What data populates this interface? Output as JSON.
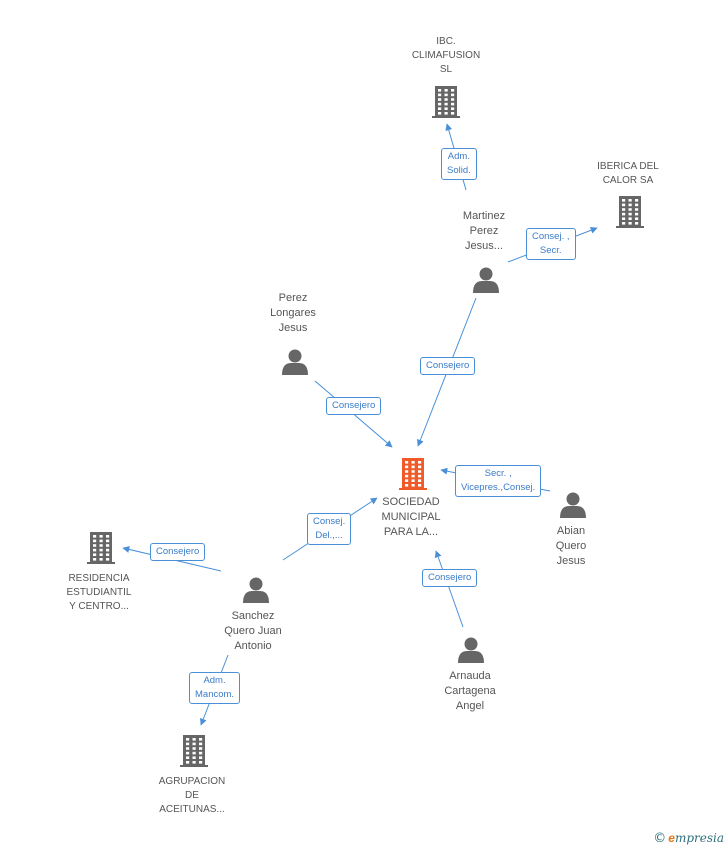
{
  "colors": {
    "edge": "#4a90d9",
    "node_company": "#666666",
    "node_person": "#666666",
    "node_focus": "#f05a28"
  },
  "nodes": [
    {
      "id": "ibc",
      "type": "company",
      "label": "IBC.\nCLIMAFUSION\nSL",
      "icon": "building-icon"
    },
    {
      "id": "iberica",
      "type": "company",
      "label": "IBERICA DEL\nCALOR SA",
      "icon": "building-icon"
    },
    {
      "id": "martinez",
      "type": "person",
      "label": "Martinez\nPerez\nJesus...",
      "icon": "person-icon"
    },
    {
      "id": "perez",
      "type": "person",
      "label": "Perez\nLongares\nJesus",
      "icon": "person-icon"
    },
    {
      "id": "sociedad",
      "type": "focus",
      "label": "SOCIEDAD\nMUNICIPAL\nPARA LA...",
      "icon": "building-icon"
    },
    {
      "id": "abian",
      "type": "person",
      "label": "Abian\nQuero\nJesus",
      "icon": "person-icon"
    },
    {
      "id": "residencia",
      "type": "company",
      "label": "RESIDENCIA\nESTUDIANTIL\nY CENTRO...",
      "icon": "building-icon"
    },
    {
      "id": "sanchez",
      "type": "person",
      "label": "Sanchez\nQuero Juan\nAntonio",
      "icon": "person-icon"
    },
    {
      "id": "arnauda",
      "type": "person",
      "label": "Arnauda\nCartagena\nAngel",
      "icon": "person-icon"
    },
    {
      "id": "agrupacion",
      "type": "company",
      "label": "AGRUPACION\nDE\nACEITUNAS...",
      "icon": "building-icon"
    }
  ],
  "edges": [
    {
      "from": "martinez",
      "to": "ibc",
      "label": "Adm.\nSolid."
    },
    {
      "from": "martinez",
      "to": "iberica",
      "label": "Consej. ,\nSecr."
    },
    {
      "from": "martinez",
      "to": "sociedad",
      "label": "Consejero"
    },
    {
      "from": "perez",
      "to": "sociedad",
      "label": "Consejero"
    },
    {
      "from": "abian",
      "to": "sociedad",
      "label": "Secr. ,\nVicepres.,Consej."
    },
    {
      "from": "sanchez",
      "to": "sociedad",
      "label": "Consej.\nDel.,..."
    },
    {
      "from": "sanchez",
      "to": "residencia",
      "label": "Consejero"
    },
    {
      "from": "arnauda",
      "to": "sociedad",
      "label": "Consejero"
    },
    {
      "from": "sanchez",
      "to": "agrupacion",
      "label": "Adm.\nMancom."
    }
  ],
  "brand": {
    "copyright": "©",
    "e": "e",
    "rest": "mpresia"
  }
}
